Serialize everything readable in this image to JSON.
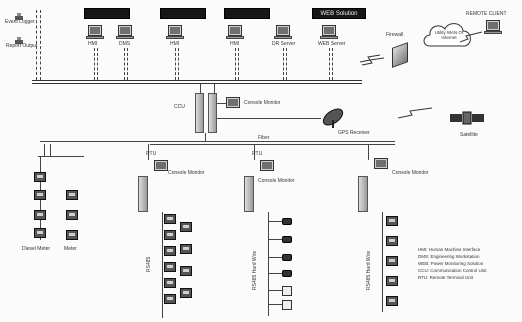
{
  "left_items": {
    "top_label": "Event Logger",
    "bottom_label": "Report Output"
  },
  "headers": [
    "",
    "",
    "",
    "WEB Solution"
  ],
  "top_nodes": {
    "hmi1": "HMI",
    "dms": "DMS",
    "hmi2": "HMI",
    "hmi3": "HMI",
    "dr_server": "DR Server",
    "web_server": "WEB Server"
  },
  "right_top": {
    "firewall": "Firewall",
    "cloud": "Utility WAN Or Internet",
    "remote_client": "REMOTE CLIENT"
  },
  "bus_label": "",
  "middle": {
    "core": "CCU",
    "console_main": "Console Monitor",
    "gps": "GPS Receiver",
    "satellite": "Satellite"
  },
  "left_fiber_label": "",
  "fiber_label": "Fiber",
  "rtus": [
    {
      "title": "RTU ",
      "console": "Console Monitor"
    },
    {
      "title": "RTU ",
      "console": "Console Monitor"
    },
    {
      "title": "",
      "console": "Console Monitor"
    }
  ],
  "bottom_labels": {
    "diesel_meter": "Diesel Meter",
    "meter": "Meter",
    "rs485_1": "RS485",
    "rs485_2": "RS485 Hard Wire",
    "rs485_3": "RS485 Hard Wire"
  },
  "legend": [
    "HMI: Human Machine Interface",
    "DMS: Engineering Workstation",
    "WEB: Power Monitoring Solution",
    "CCU: Communication Control Unit",
    "RTU: Remote Terminal Unit"
  ]
}
